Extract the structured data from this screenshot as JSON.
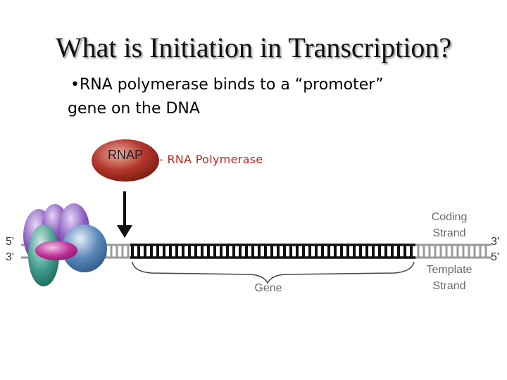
{
  "slide": {
    "title": "What is Initiation in Transcription?",
    "bullet_mark": "•",
    "bullet_line1": "RNA polymerase binds to a “promoter”",
    "bullet_line2": "gene on the DNA"
  },
  "diagram": {
    "rnap_text": "RNAP",
    "rnap_caption": "- RNA Polymerase",
    "coding_label_1": "Coding",
    "coding_label_2": "Strand",
    "template_label_1": "Template",
    "template_label_2": "Strand",
    "gene_label": "Gene",
    "left_top_end": "5'",
    "left_bottom_end": "3'",
    "right_top_end": "3'",
    "right_bottom_end": "5'"
  },
  "colors": {
    "rnap_red": "#b3372b",
    "caption_red": "#c0241d",
    "dna_dark": "#111111",
    "dna_gray": "#9a9a9a",
    "protein_purple": "#8a5cc0",
    "protein_teal": "#3f9a8a",
    "protein_magenta": "#c0339a",
    "protein_blue": "#5a86b8"
  }
}
